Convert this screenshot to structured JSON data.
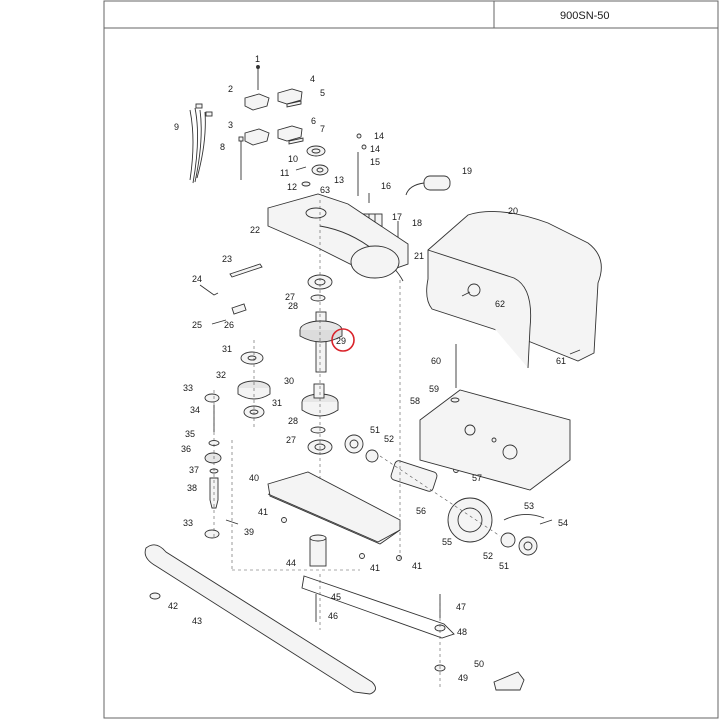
{
  "header": {
    "drawing_code": "900SN-50"
  },
  "highlight": {
    "part_number": "29",
    "color": "#d9232a"
  },
  "colors": {
    "line": "#333333",
    "part_fill": "#f2f2f2",
    "part_shade": "#cfcfcf"
  },
  "callouts": [
    {
      "label": "1"
    },
    {
      "label": "2"
    },
    {
      "label": "3"
    },
    {
      "label": "4"
    },
    {
      "label": "5"
    },
    {
      "label": "6"
    },
    {
      "label": "7"
    },
    {
      "label": "8"
    },
    {
      "label": "9"
    },
    {
      "label": "10"
    },
    {
      "label": "11"
    },
    {
      "label": "12"
    },
    {
      "label": "13"
    },
    {
      "label": "14"
    },
    {
      "label": "14"
    },
    {
      "label": "15"
    },
    {
      "label": "16"
    },
    {
      "label": "17"
    },
    {
      "label": "18"
    },
    {
      "label": "19"
    },
    {
      "label": "20"
    },
    {
      "label": "21"
    },
    {
      "label": "22"
    },
    {
      "label": "23"
    },
    {
      "label": "24"
    },
    {
      "label": "25"
    },
    {
      "label": "26"
    },
    {
      "label": "27"
    },
    {
      "label": "28"
    },
    {
      "label": "29"
    },
    {
      "label": "30"
    },
    {
      "label": "31"
    },
    {
      "label": "32"
    },
    {
      "label": "31"
    },
    {
      "label": "33"
    },
    {
      "label": "34"
    },
    {
      "label": "35"
    },
    {
      "label": "36"
    },
    {
      "label": "37"
    },
    {
      "label": "38"
    },
    {
      "label": "33"
    },
    {
      "label": "39"
    },
    {
      "label": "40"
    },
    {
      "label": "41"
    },
    {
      "label": "41"
    },
    {
      "label": "41"
    },
    {
      "label": "42"
    },
    {
      "label": "43"
    },
    {
      "label": "44"
    },
    {
      "label": "45"
    },
    {
      "label": "46"
    },
    {
      "label": "47"
    },
    {
      "label": "48"
    },
    {
      "label": "49"
    },
    {
      "label": "50"
    },
    {
      "label": "51"
    },
    {
      "label": "52"
    },
    {
      "label": "53"
    },
    {
      "label": "54"
    },
    {
      "label": "55"
    },
    {
      "label": "52"
    },
    {
      "label": "51"
    },
    {
      "label": "56"
    },
    {
      "label": "57"
    },
    {
      "label": "58"
    },
    {
      "label": "59"
    },
    {
      "label": "60"
    },
    {
      "label": "61"
    },
    {
      "label": "62"
    },
    {
      "label": "63"
    },
    {
      "label": "28"
    },
    {
      "label": "27"
    }
  ]
}
